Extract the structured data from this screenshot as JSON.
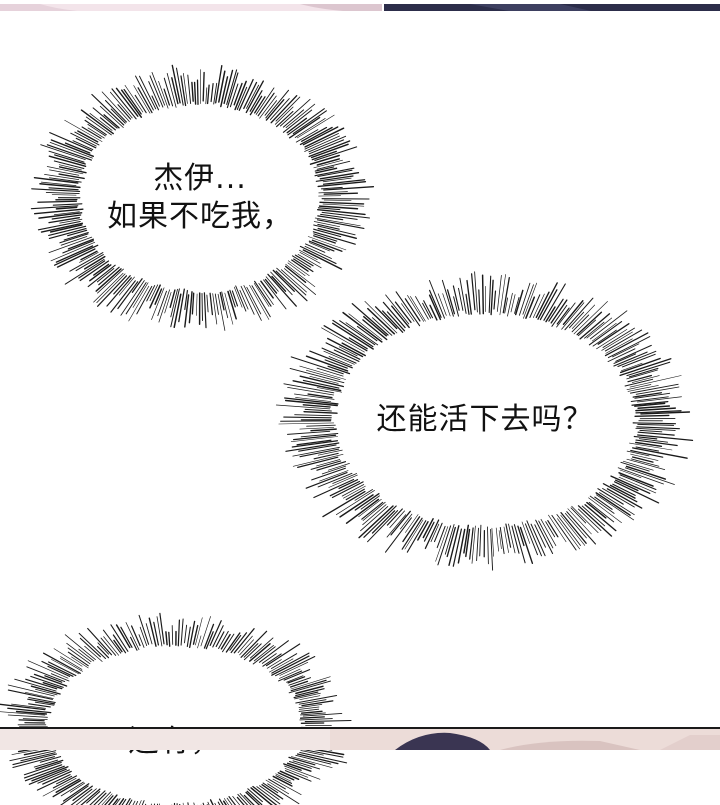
{
  "bubbles": [
    {
      "lines": [
        "杰伊...",
        "如果不吃我，"
      ]
    },
    {
      "lines": [
        "还能活下去吗？"
      ]
    },
    {
      "lines": [
        "还有，"
      ]
    }
  ],
  "colors": {
    "background": "#ffffff",
    "spike": "#1a1a1a",
    "text": "#111111",
    "top_left_panel": "#f3e4ea",
    "top_right_panel": "#2c2d4a",
    "bottom_left_panel": "#ecdcd8",
    "bottom_right_panel": "#3a3552"
  }
}
